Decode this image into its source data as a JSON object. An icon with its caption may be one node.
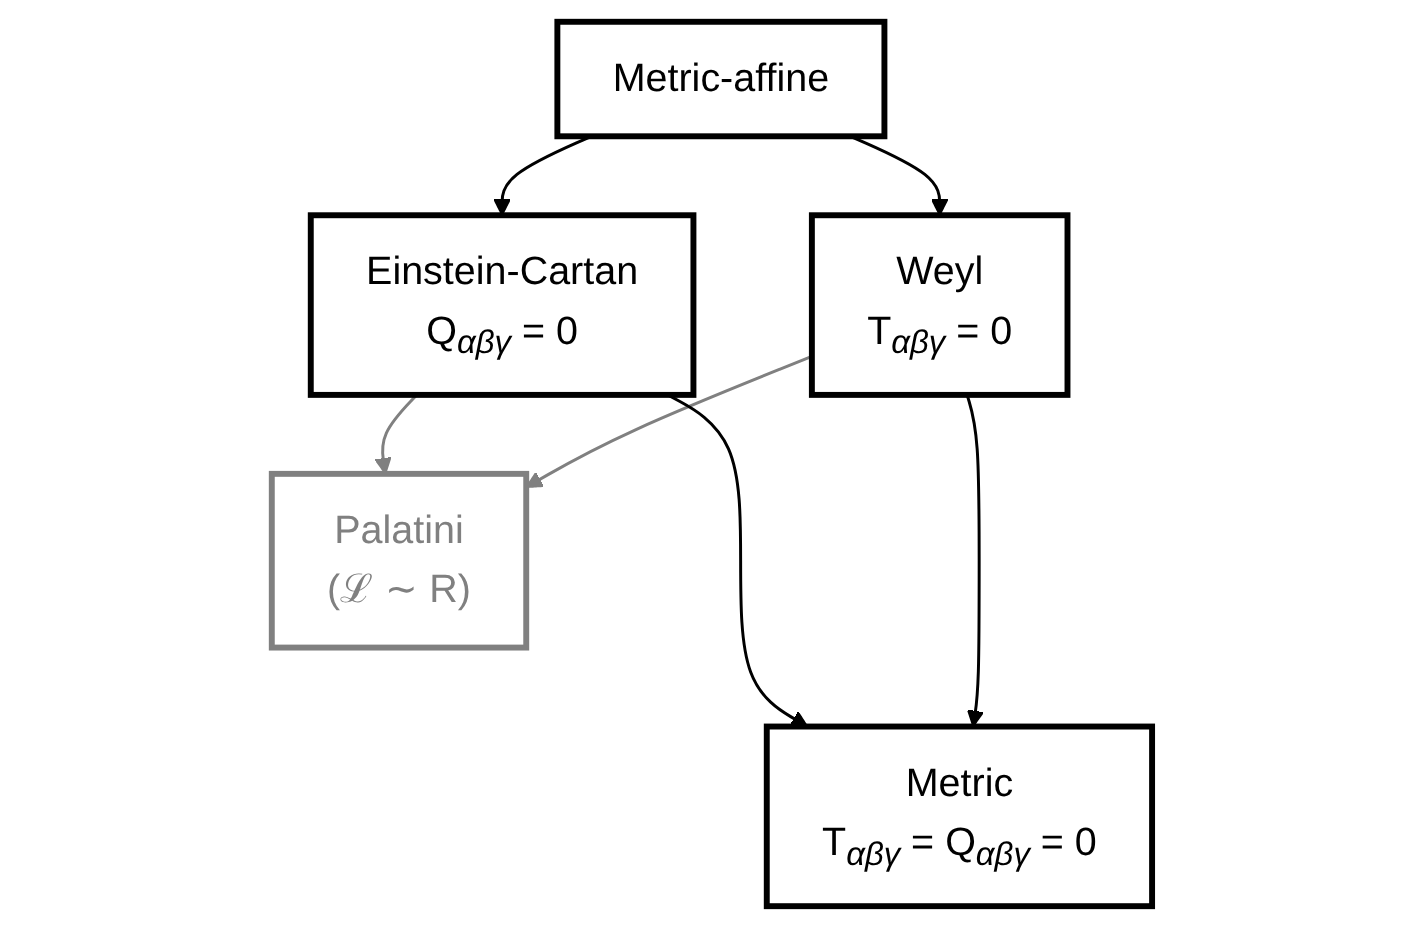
{
  "diagram": {
    "nodes": [
      {
        "text": [
          "Metric-affine"
        ]
      },
      {
        "text": [
          "Einstein-Cartan",
          "Q$_{αβγ}$ = 0"
        ]
      },
      {
        "text": [
          "Weyl",
          "T$_{αβγ}$ = 0"
        ]
      },
      {
        "text": [
          "Palatini",
          "(ℒ ∼ R)"
        ]
      },
      {
        "text": [
          "Metric",
          "T$_{αβγ}$ = Q$_{αβγ}$ = 0"
        ]
      }
    ],
    "edges": [
      {
        "from": 0,
        "to": 1,
        "arrow": "to"
      },
      {
        "from": 0,
        "to": 2,
        "arrow": "to"
      },
      {
        "from": 1,
        "to": 3,
        "arrow": "to",
        "color": "#808080"
      },
      {
        "from": 2,
        "to": 3,
        "arrow": "to",
        "color": "#808080"
      },
      {
        "from": 1,
        "to": 4,
        "arrow": "to"
      },
      {
        "from": 2,
        "to": 4,
        "arrow": "to"
      }
    ]
  }
}
